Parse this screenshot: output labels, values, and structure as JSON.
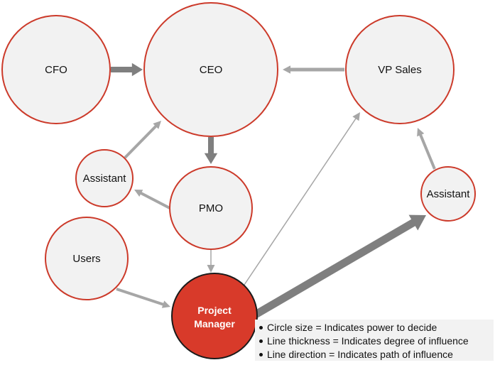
{
  "diagram": {
    "nodes": {
      "cfo": "CFO",
      "ceo": "CEO",
      "vp_sales": "VP Sales",
      "assistant_left": "Assistant",
      "pmo": "PMO",
      "assistant_right": "Assistant",
      "users": "Users",
      "project_manager_line1": "Project",
      "project_manager_line2": "Manager"
    },
    "legend": [
      "Circle size = Indicates power to decide",
      "Line thickness = Indicates degree of influence",
      "Line direction = Indicates path of influence"
    ]
  },
  "colors": {
    "circle_fill": "#f2f2f2",
    "circle_stroke": "#cc3a2a",
    "highlight_fill": "#d83a2a",
    "arrow": "#a6a6a6",
    "arrow_strong": "#7f7f7f"
  }
}
